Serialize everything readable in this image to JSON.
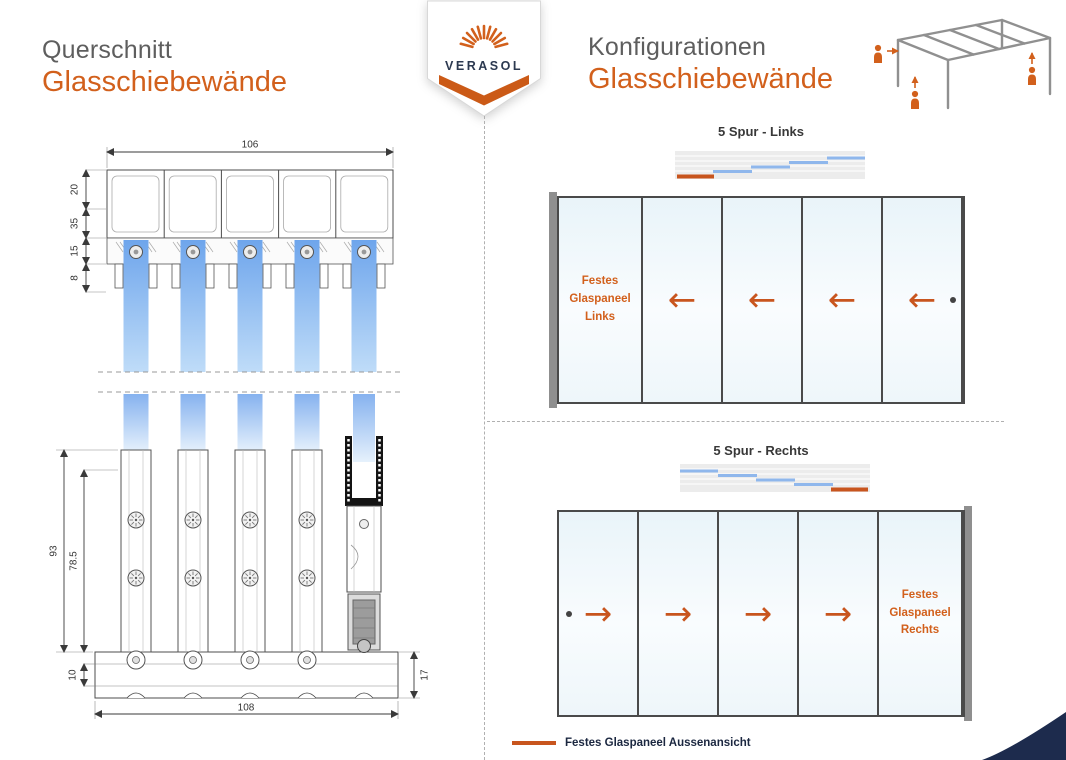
{
  "colors": {
    "accent": "#D2601C",
    "navy": "#1D2B4D",
    "glass_blue": "#8FB7EC"
  },
  "logo": {
    "brand": "VERASOL"
  },
  "left_section": {
    "title_line1": "Querschnitt",
    "title_line2": "Glasschiebewände",
    "dims": {
      "top_width": "106",
      "head_upper": "20",
      "head_total": "35",
      "head_lower": "15",
      "head_gap": "8",
      "lower_total": "93",
      "lower_inner": "78.5",
      "base_inner": "10",
      "base_width": "108",
      "base_height": "17"
    }
  },
  "right_section": {
    "title_line1": "Konfigurationen",
    "title_line2": "Glasschiebewände",
    "configs": [
      {
        "title": "5 Spur - Links",
        "fixed_label": "Festes Glaspaneel Links",
        "arrow": "←"
      },
      {
        "title": "5 Spur - Rechts",
        "fixed_label": "Festes Glaspaneel Rechts",
        "arrow": "→"
      }
    ],
    "legend_label": "Festes Glaspaneel Aussenansicht"
  }
}
